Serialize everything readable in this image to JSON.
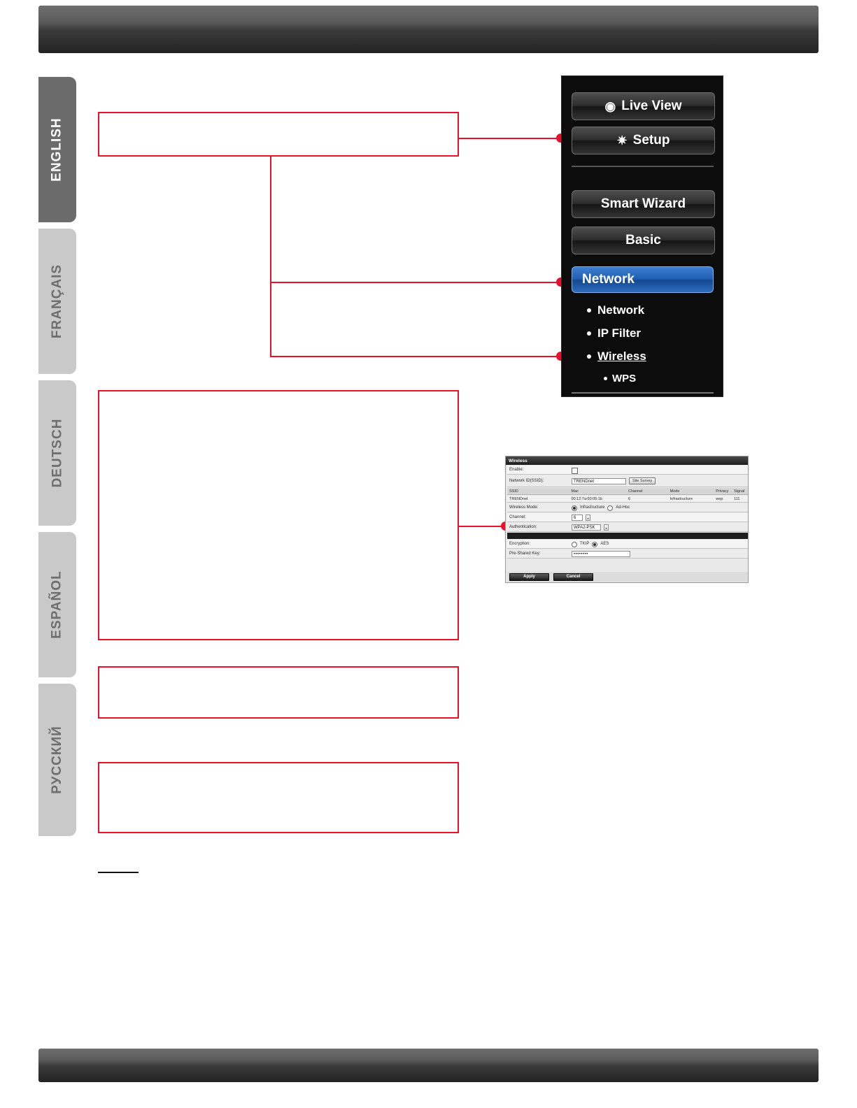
{
  "header": {
    "bar_label": ""
  },
  "footer": {
    "link_text": ""
  },
  "languages": [
    {
      "label": "ENGLISH",
      "active": true
    },
    {
      "label": "FRANÇAIS",
      "active": false
    },
    {
      "label": "DEUTSCH",
      "active": false
    },
    {
      "label": "ESPAÑOL",
      "active": false
    },
    {
      "label": "РУССКИЙ",
      "active": false
    }
  ],
  "callouts": [
    {
      "id": "step-setup",
      "text": ""
    },
    {
      "id": "step-network-wireless",
      "text": ""
    },
    {
      "id": "step-wireless-config",
      "text": ""
    },
    {
      "id": "step-note-1",
      "text": ""
    },
    {
      "id": "step-note-2",
      "text": ""
    }
  ],
  "camera_menu": {
    "live_view_label": "Live View",
    "live_view_icon": "eye-icon",
    "setup_label": "Setup",
    "setup_icon": "gear-icon",
    "buttons": [
      {
        "label": "Smart Wizard",
        "selected": false
      },
      {
        "label": "Basic",
        "selected": false
      },
      {
        "label": "Network",
        "selected": true
      }
    ],
    "submenu": [
      {
        "label": "Network",
        "selected": false
      },
      {
        "label": "IP Filter",
        "selected": false
      },
      {
        "label": "Wireless",
        "selected": true
      }
    ],
    "sub_submenu": [
      {
        "label": "WPS"
      }
    ]
  },
  "wireless_panel": {
    "title": "Wireless",
    "rows": {
      "enable_label": "Enable:",
      "enable_checked": true,
      "ssid_label": "Network ID(SSID):",
      "ssid_value": "TRENDnet",
      "site_survey_button": "Site Survey",
      "wireless_mode_label": "Wireless Mode:",
      "mode_infrastructure": "Infrastructure",
      "mode_adhoc": "Ad-Hoc",
      "mode_selected": "Infrastructure",
      "channel_label": "Channel:",
      "channel_value": "6",
      "authentication_label": "Authentication:",
      "authentication_value": "WPA2-PSK",
      "encryption_label": "Encryption:",
      "encryption_tkip": "TKIP",
      "encryption_aes": "AES",
      "encryption_selected": "AES",
      "preshared_key_label": "Pre-Shared Key:",
      "preshared_key_value": "••••••••"
    },
    "survey_table": {
      "headers": [
        "SSID",
        "Mac",
        "Channel",
        "Mode",
        "Privacy",
        "Signal"
      ],
      "rows": [
        [
          "TRENDnet",
          "00:12:7a:00:05:1b",
          "6",
          "Infrastructure",
          "wep",
          "111"
        ]
      ]
    },
    "actions": {
      "apply": "Apply",
      "cancel": "Cancel"
    }
  }
}
